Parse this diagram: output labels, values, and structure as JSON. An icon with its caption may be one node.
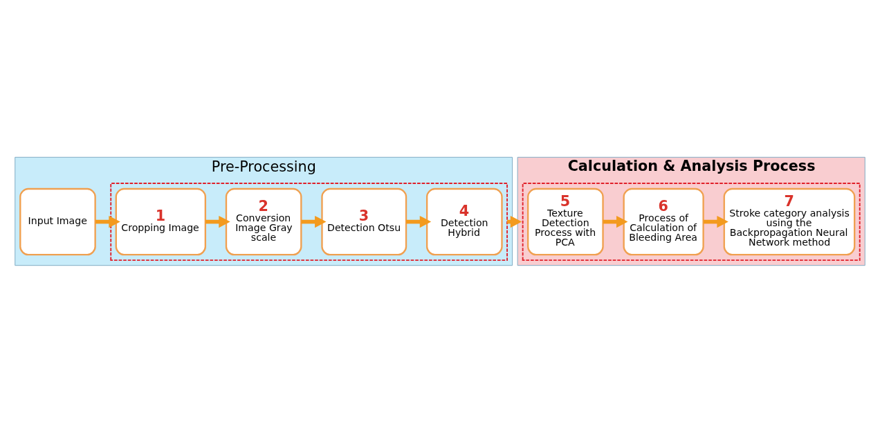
{
  "diagram": {
    "nodes": [
      {
        "text": [
          "Pre-Processing"
        ]
      },
      {
        "text": [
          "Input Image"
        ],
        "in": 0
      },
      {
        "text": [],
        "shape": "box",
        "in": 0
      },
      {
        "text": [
          "1",
          "Cropping Image"
        ],
        "in": 2
      },
      {
        "text": [
          "2",
          "Conversion Image Gray scale"
        ],
        "in": 2
      },
      {
        "text": [
          "3",
          "Detection Otsu"
        ],
        "in": 2
      },
      {
        "text": [
          "4",
          "Detection Hybrid"
        ],
        "in": 2
      },
      {
        "text": [
          "Calculation & Analysis Process"
        ]
      },
      {
        "text": [],
        "shape": "box",
        "in": 7
      },
      {
        "text": [
          "5",
          "Texture Detection Process with PCA"
        ],
        "in": 8
      },
      {
        "text": [
          "6",
          "Process of Calculation of Bleeding Area"
        ],
        "in": 8
      },
      {
        "text": [
          "7",
          "Stroke category analysis using the Backpropagation Neural Network method"
        ],
        "in": 8
      }
    ],
    "edges": [
      {
        "from": 1,
        "to": 3,
        "arrow": "to"
      },
      {
        "from": 3,
        "to": 4,
        "arrow": "to"
      },
      {
        "from": 4,
        "to": 5,
        "arrow": "to"
      },
      {
        "from": 5,
        "to": 6,
        "arrow": "to"
      },
      {
        "from": 2,
        "to": 7,
        "arrow": "to"
      },
      {
        "from": 9,
        "to": 10,
        "arrow": "to"
      },
      {
        "from": 10,
        "to": 11,
        "arrow": "to"
      }
    ]
  }
}
